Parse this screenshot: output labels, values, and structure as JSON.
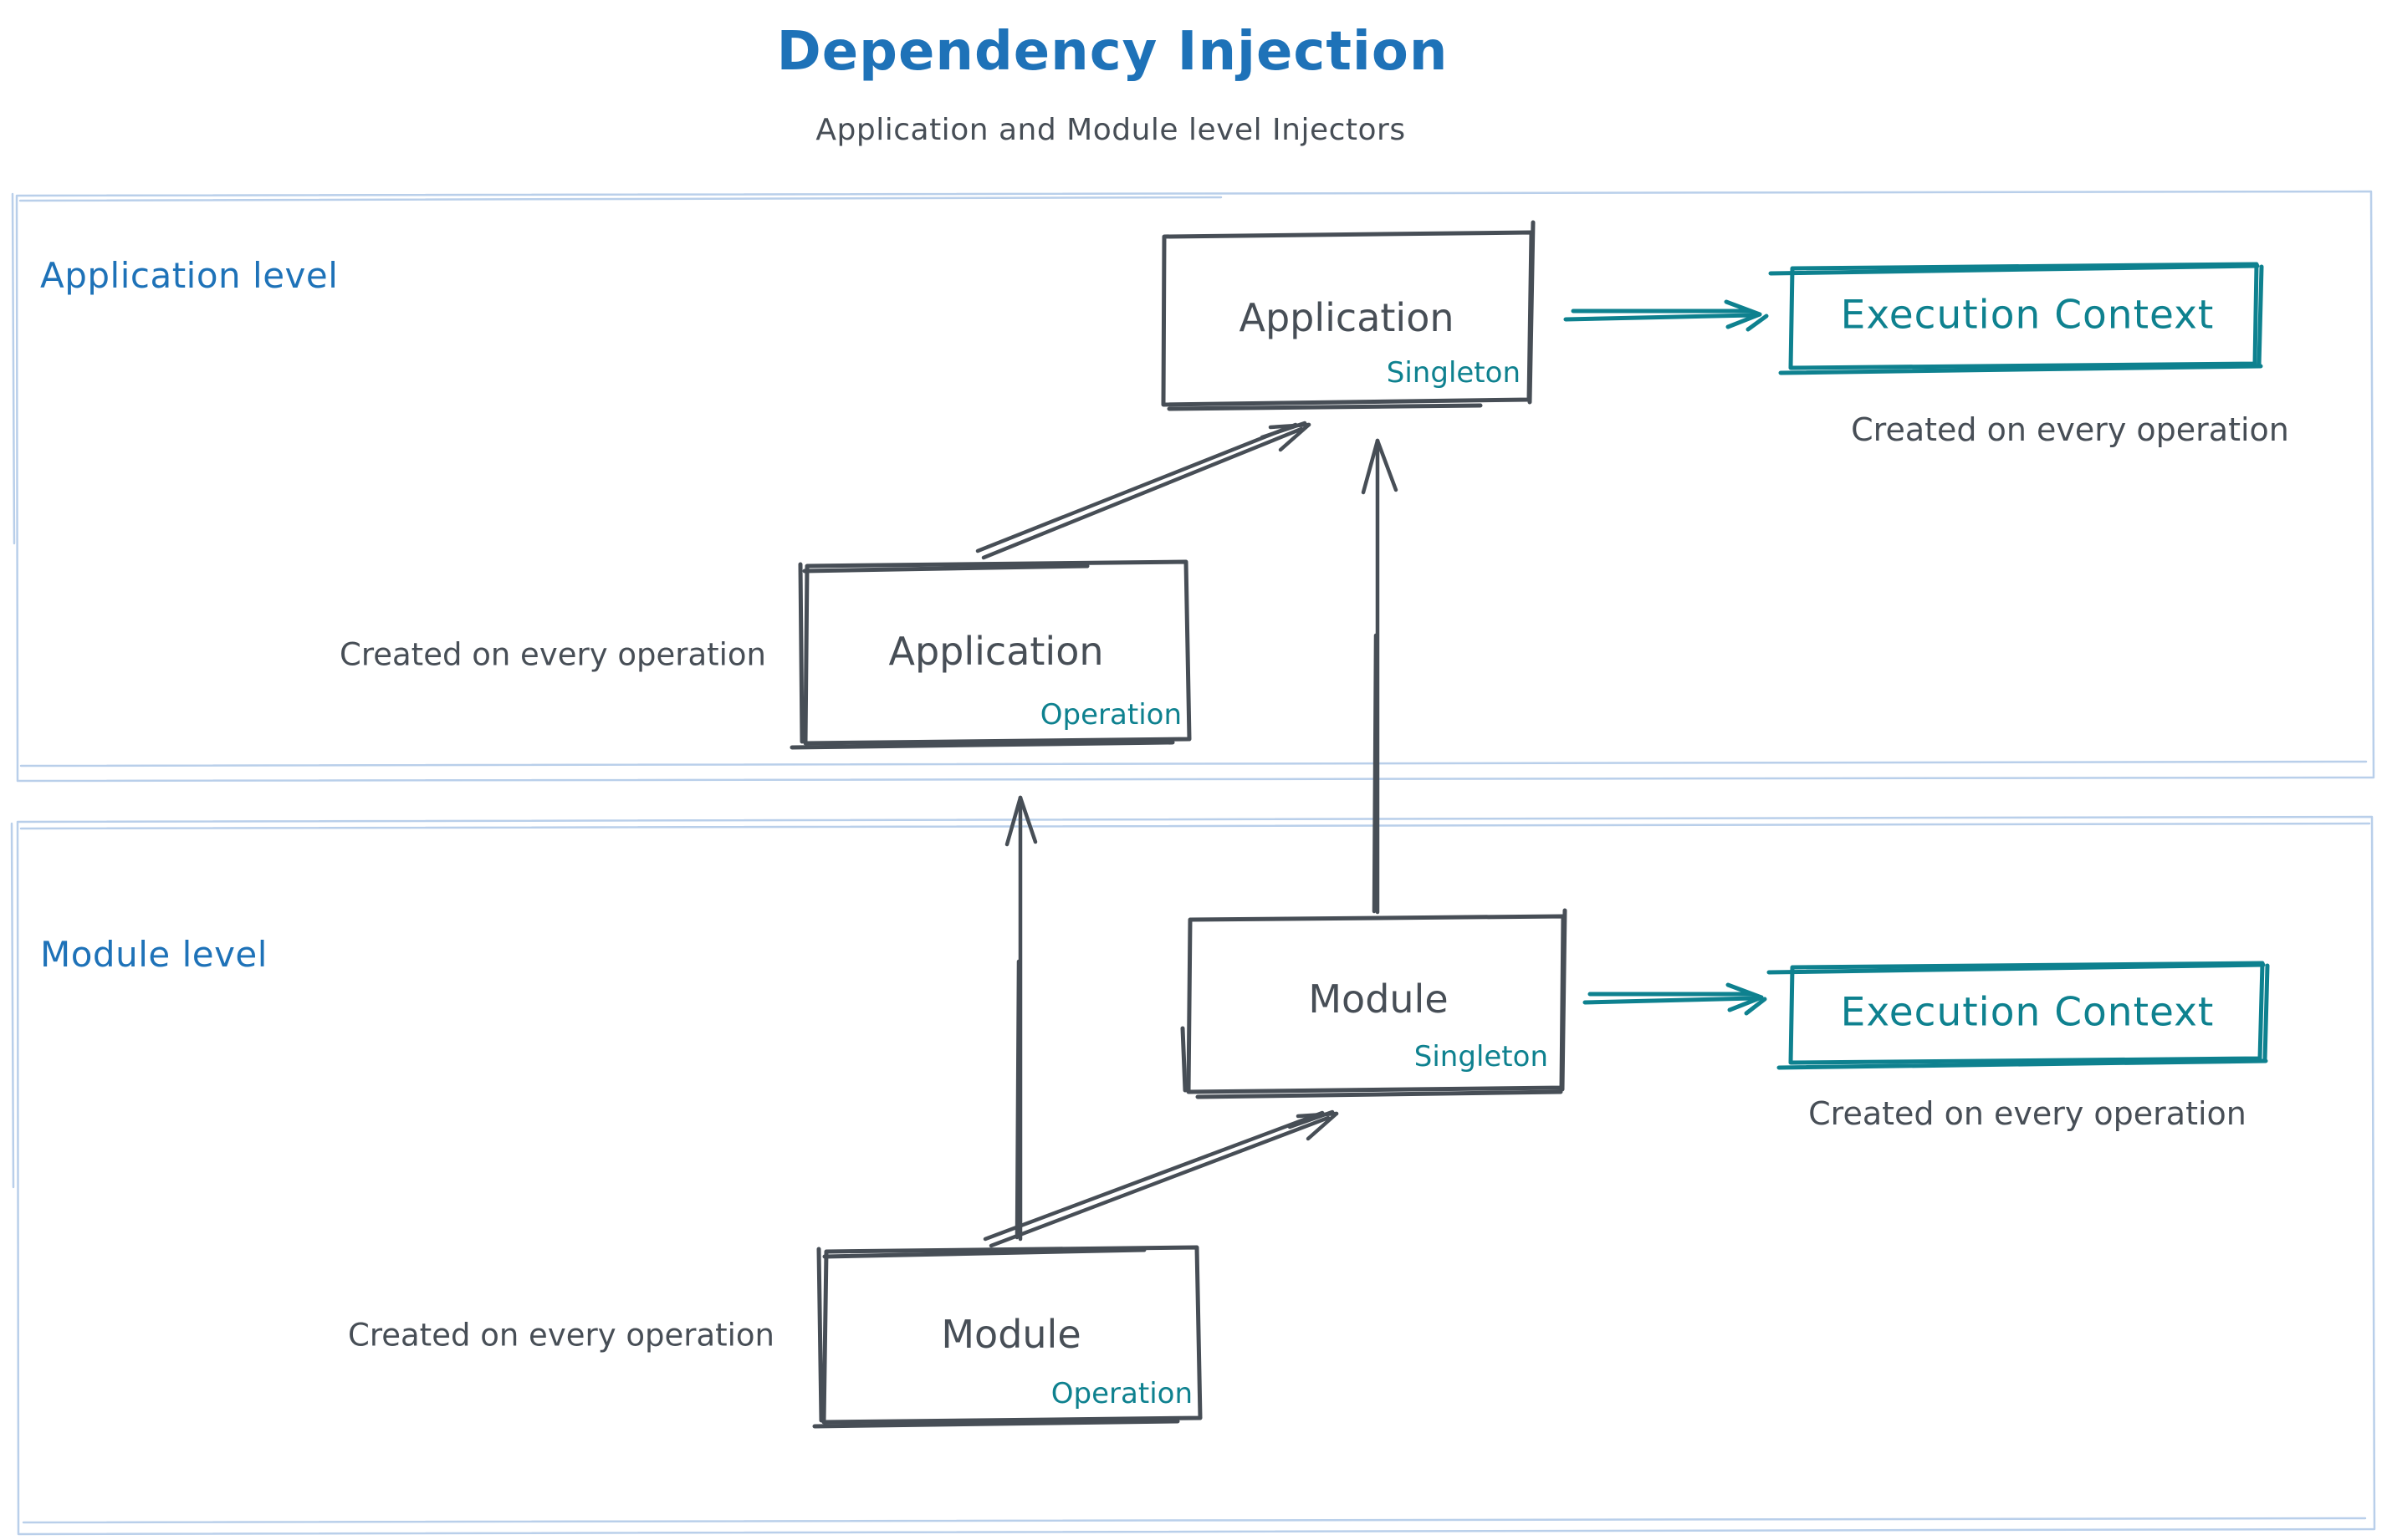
{
  "colors": {
    "blue": "#1e72b8",
    "dark": "#474e56",
    "teal": "#0e818f",
    "container_border": "#b9cfea",
    "bg": "#ffffff"
  },
  "header": {
    "title": "Dependency Injection",
    "subtitle": "Application and Module level Injectors"
  },
  "application_level": {
    "label": "Application level",
    "singleton_box": {
      "title": "Application",
      "scope": "Singleton"
    },
    "operation_box": {
      "title": "Application",
      "scope": "Operation"
    },
    "operation_caption": "Created on every operation",
    "execution_context": {
      "title": "Execution Context",
      "caption": "Created on every operation"
    }
  },
  "module_level": {
    "label": "Module level",
    "singleton_box": {
      "title": "Module",
      "scope": "Singleton"
    },
    "operation_box": {
      "title": "Module",
      "scope": "Operation"
    },
    "operation_caption": "Created on every operation",
    "execution_context": {
      "title": "Execution Context",
      "caption": "Created on every operation"
    }
  }
}
